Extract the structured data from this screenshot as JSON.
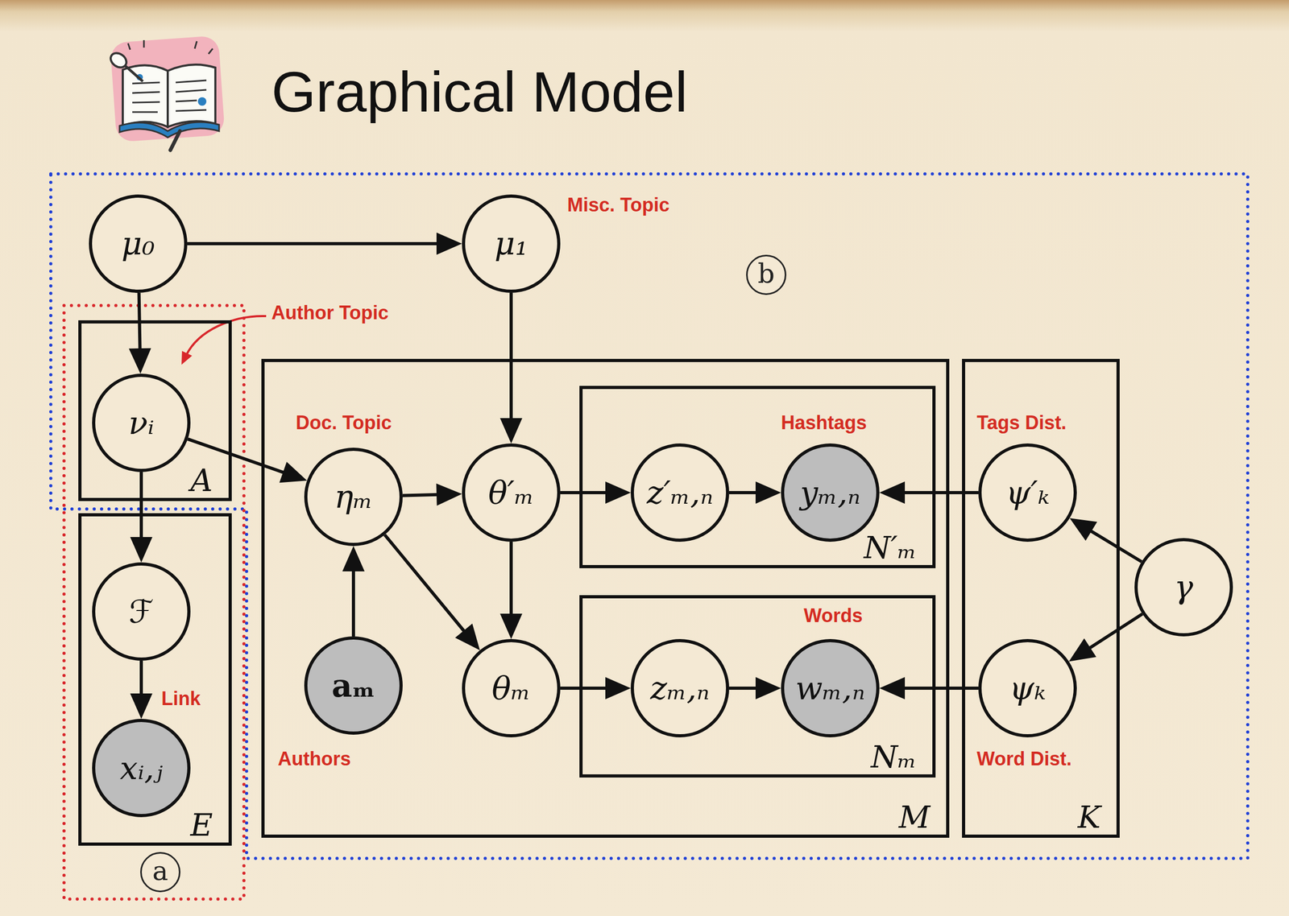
{
  "diagram": {
    "title": "Graphical Model",
    "nodes": [
      {
        "text": [
          "μ₀"
        ]
      },
      {
        "text": [
          "μ₁"
        ]
      },
      {
        "text": [
          "A"
        ]
      },
      {
        "text": [
          "νᵢ"
        ],
        "in": 2
      },
      {
        "text": [
          "E"
        ]
      },
      {
        "text": [
          "ℱ"
        ],
        "in": 4
      },
      {
        "text": [
          "xᵢ,ⱼ"
        ],
        "in": 4
      },
      {
        "text": [
          "M"
        ]
      },
      {
        "text": [
          "ηₘ"
        ],
        "in": 7
      },
      {
        "text": [
          "θ′ₘ"
        ],
        "in": 7
      },
      {
        "text": [
          "N′ₘ"
        ],
        "in": 7
      },
      {
        "text": [
          "z′ₘ,ₙ"
        ],
        "in": 10
      },
      {
        "text": [
          "yₘ,ₙ"
        ],
        "in": 10
      },
      {
        "text": [
          "aₘ"
        ],
        "in": 7
      },
      {
        "text": [
          "θₘ"
        ],
        "in": 7
      },
      {
        "text": [
          "Nₘ"
        ],
        "in": 7
      },
      {
        "text": [
          "zₘ,ₙ"
        ],
        "in": 15
      },
      {
        "text": [
          "wₘ,ₙ"
        ],
        "in": 15
      },
      {
        "text": [
          "K"
        ]
      },
      {
        "text": [
          "ψ′ₖ"
        ],
        "in": 18
      },
      {
        "text": [
          "ψₖ"
        ],
        "in": 18
      },
      {
        "text": [
          "γ"
        ]
      }
    ],
    "edges": [
      {
        "from": 0,
        "to": 1,
        "arrow": "to"
      },
      {
        "from": 0,
        "to": 3,
        "arrow": "to"
      },
      {
        "from": 1,
        "to": 9,
        "arrow": "to"
      },
      {
        "from": 3,
        "to": 8,
        "arrow": "to"
      },
      {
        "from": 3,
        "to": 5,
        "arrow": "to"
      },
      {
        "from": 5,
        "to": 6,
        "arrow": "to"
      },
      {
        "from": 8,
        "to": 9,
        "arrow": "to"
      },
      {
        "from": 8,
        "to": 14,
        "arrow": "to"
      },
      {
        "from": 13,
        "to": 8,
        "arrow": "to"
      },
      {
        "from": 9,
        "to": 14,
        "arrow": "to"
      },
      {
        "from": 9,
        "to": 11,
        "arrow": "to"
      },
      {
        "from": 11,
        "to": 12,
        "arrow": "to"
      },
      {
        "from": 19,
        "to": 12,
        "arrow": "to"
      },
      {
        "from": 21,
        "to": 19,
        "arrow": "to"
      },
      {
        "from": 21,
        "to": 20,
        "arrow": "to"
      },
      {
        "from": 14,
        "to": 16,
        "arrow": "to"
      },
      {
        "from": 16,
        "to": 17,
        "arrow": "to"
      },
      {
        "from": 20,
        "to": 17,
        "arrow": "to"
      }
    ],
    "labels": [
      "Misc. Topic",
      "Author Topic",
      "Doc. Topic",
      "Hashtags",
      "Tags Dist.",
      "Words",
      "Link",
      "Authors",
      "Word Dist.",
      "a",
      "b"
    ]
  }
}
